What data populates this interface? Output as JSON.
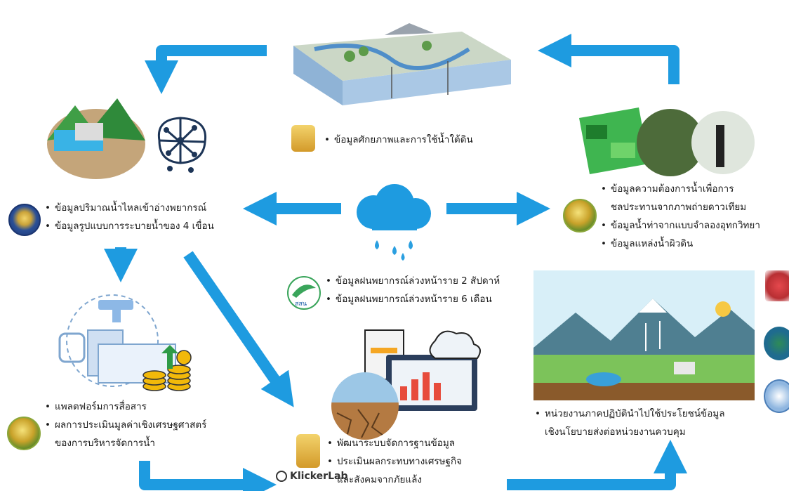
{
  "colors": {
    "arrow": "#1e9be0",
    "text": "#1a1a1a"
  },
  "nodes": {
    "groundwater": {
      "items": [
        "ข้อมูลศักยภาพและการใช้น้ำใต้ดิน"
      ]
    },
    "reservoir": {
      "items": [
        "ข้อมูลปริมาณน้ำไหลเข้าอ่างพยากรณ์",
        "ข้อมูลรูปแบบการระบายน้ำของ 4 เขื่อน"
      ]
    },
    "irrigation": {
      "items": [
        "ข้อมูลความต้องการน้ำเพื่อการ",
        "ชลประทานจากภาพถ่ายดาวเทียม",
        "ข้อมูลน้ำท่าจากแบบจำลองอุทกวิทยา",
        "ข้อมูลแหล่งน้ำผิวดิน"
      ]
    },
    "rainfall": {
      "items": [
        "ข้อมูลฝนพยากรณ์ล่วงหน้าราย 2 สัปดาห์",
        "ข้อมูลฝนพยากรณ์ล่วงหน้าราย 6 เดือน"
      ]
    },
    "platform": {
      "items": [
        "แพลตฟอร์มการสื่อสาร",
        "ผลการประเมินมูลค่าเชิงเศรษฐศาสตร์",
        "ของการบริหารจัดการน้ำ"
      ]
    },
    "database": {
      "items": [
        "พัฒนาระบบจัดการฐานข้อมูล",
        "ประเมินผลกระทบทางเศรษฐกิจ",
        "และสังคมจากภัยแล้ง"
      ]
    },
    "policy": {
      "items": [
        "หน่วยงานภาคปฏิบัตินำไปใช้ประโยชน์ข้อมูล",
        "เชิงนโยบายส่งต่อหน่วยงานควบคุม"
      ]
    }
  },
  "logos": {
    "klickerlab": "KlickerLab",
    "sasn": "สสน"
  },
  "icons": [
    "groundwater-diagram-icon",
    "dam-mountain-icon",
    "network-brain-icon",
    "rain-cloud-icon",
    "satellite-farm-icon",
    "water-tap-dam-icon",
    "coins-icon",
    "laptop-chart-icon",
    "drought-icon",
    "landscape-icon"
  ]
}
